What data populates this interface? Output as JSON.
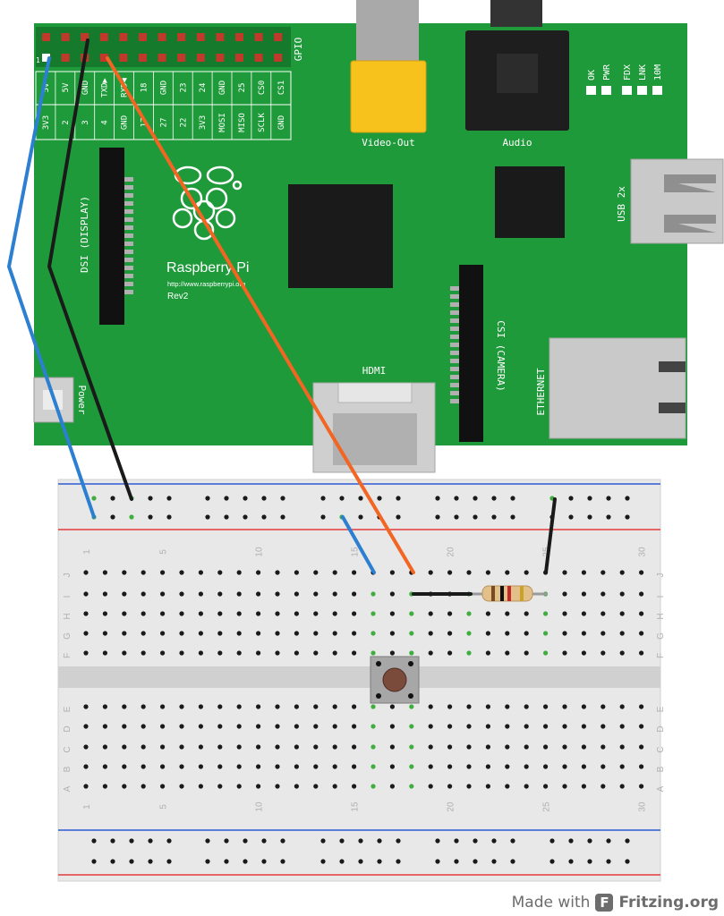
{
  "pi": {
    "header_label": "GPIO",
    "pins_top": [
      "5V",
      "5V",
      "GND",
      "TXD▶",
      "RXD◀",
      "18",
      "GND",
      "23",
      "24",
      "GND",
      "25",
      "CS0",
      "CS1"
    ],
    "pins_bottom": [
      "3V3",
      "2",
      "3",
      "4",
      "GND",
      "17",
      "27",
      "22",
      "3V3",
      "MOSI",
      "MISO",
      "SCLK",
      "GND"
    ],
    "pin1_marker": "1",
    "video_label": "Video-Out",
    "audio_label": "Audio",
    "leds": [
      "OK",
      "PWR",
      "FDX",
      "LNK",
      "10M"
    ],
    "usb_label": "USB 2x",
    "dsi_label": "DSI (DISPLAY)",
    "brand": "Raspberry Pi",
    "url": "http://www.raspberrypi.org",
    "rev": "Rev2",
    "hdmi_label": "HDMI",
    "csi_label": "CSI (CAMERA)",
    "ethernet_label": "ETHERNET",
    "power_label": "Power"
  },
  "breadboard": {
    "column_numbers": [
      "1",
      "5",
      "10",
      "15",
      "20",
      "25",
      "30"
    ],
    "rows_top": [
      "J",
      "I",
      "H",
      "G",
      "F"
    ],
    "rows_bottom": [
      "E",
      "D",
      "C",
      "B",
      "A"
    ]
  },
  "wire_colors": {
    "power": "#2d7fd1",
    "ground": "#1a1a1a",
    "signal": "#f26522"
  },
  "footer": {
    "made_with": "Made with",
    "logo_glyph": "F",
    "brand": "Fritzing.org"
  }
}
